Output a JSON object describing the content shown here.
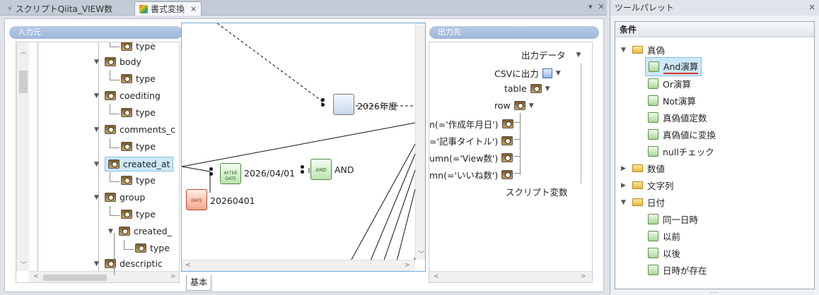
{
  "tabs": [
    {
      "label": "スクリプトQiita_VIEW数"
    },
    {
      "label": "書式変換",
      "close": "×"
    }
  ],
  "window_controls": {
    "dropdown": "▾",
    "close": "×"
  },
  "input_panel": {
    "header": "入力元",
    "tree": [
      {
        "label": "type"
      },
      {
        "label": "body"
      },
      {
        "label": "type"
      },
      {
        "label": "coediting"
      },
      {
        "label": "type"
      },
      {
        "label": "comments_c"
      },
      {
        "label": "type"
      },
      {
        "label": "created_at"
      },
      {
        "label": "type"
      },
      {
        "label": "group"
      },
      {
        "label": "type"
      },
      {
        "label": "created_"
      },
      {
        "label": "type"
      },
      {
        "label": "descriptic"
      }
    ]
  },
  "canvas": {
    "nodes": {
      "year": "2026年度",
      "after_date": "2026/04/01",
      "and": "AND",
      "date_const": "20260401"
    },
    "icon_text": {
      "after": "AFTER DATE",
      "and": "AND",
      "date": "DATE"
    },
    "bottom_tab": "基本"
  },
  "output_panel": {
    "header": "出力先",
    "items": [
      {
        "label": "出力データ"
      },
      {
        "label": "CSVに出力"
      },
      {
        "label": "table"
      },
      {
        "label": "row"
      },
      {
        "label": "n(='作成年月日')"
      },
      {
        "label": "='記事タイトル')"
      },
      {
        "label": "umn(='View数')"
      },
      {
        "label": "mn(='いいね数')"
      },
      {
        "label": "スクリプト変数"
      }
    ]
  },
  "palette": {
    "title": "ツールパレット",
    "close": "×",
    "caption": "条件",
    "items": [
      {
        "label": "真偽"
      },
      {
        "label": "And演算"
      },
      {
        "label": "Or演算"
      },
      {
        "label": "Not演算"
      },
      {
        "label": "真偽値定数"
      },
      {
        "label": "真偽値に変換"
      },
      {
        "label": "nullチェック"
      },
      {
        "label": "数値"
      },
      {
        "label": "文字列"
      },
      {
        "label": "日付"
      },
      {
        "label": "同一日時"
      },
      {
        "label": "以前"
      },
      {
        "label": "以後"
      },
      {
        "label": "日時が存在"
      }
    ],
    "grip": "....."
  },
  "colors": {
    "selection": "#cde8f8",
    "accent": "#6fa9e0",
    "underline": "#e0302a"
  }
}
